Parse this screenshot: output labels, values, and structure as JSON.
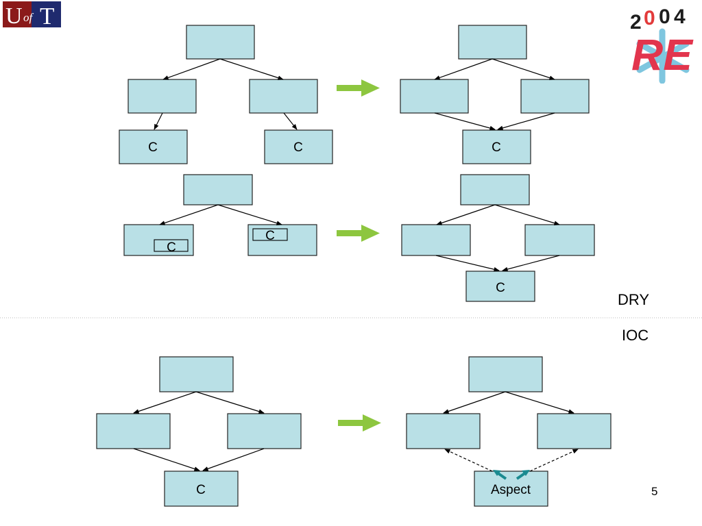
{
  "labels": {
    "dry": "DRY",
    "ioc": "IOC",
    "page_number": "5",
    "c": "C",
    "aspect": "Aspect"
  },
  "logos": {
    "uoft_text": "UofT",
    "re_year": "2004",
    "re_letters": "RE"
  },
  "colors": {
    "box_fill": "#b9e0e6",
    "box_stroke": "#222222",
    "arrow_green": "#8dc63f",
    "aspect_arrow": "#1a8a90",
    "uoft_red": "#8b1a1a",
    "uoft_navy": "#1f2a6e"
  }
}
